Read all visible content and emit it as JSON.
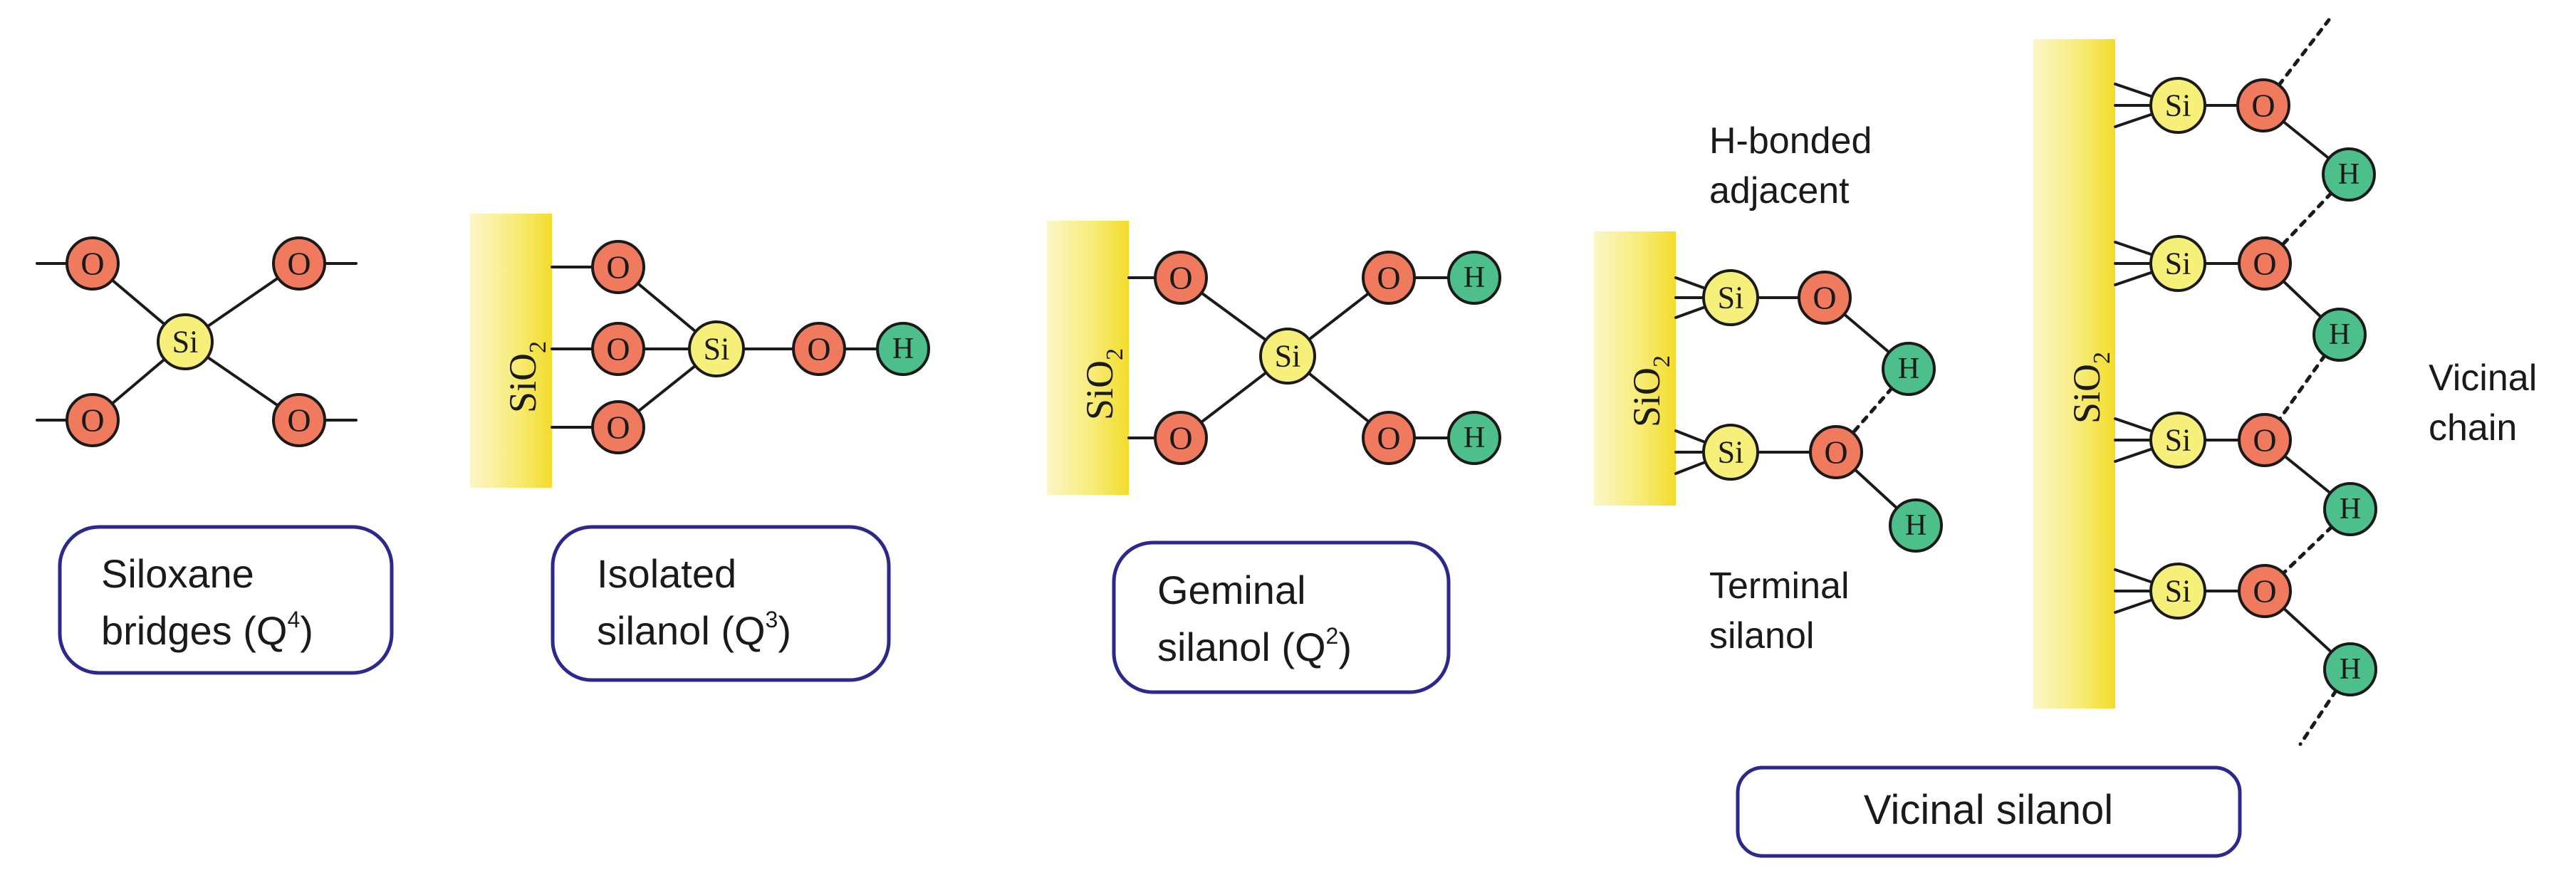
{
  "atoms": {
    "silicon": "Si",
    "oxygen": "O",
    "hydrogen": "H"
  },
  "surface_label": "SiO",
  "surface_subscript": "2",
  "structures": [
    {
      "caption_line1": "Siloxane",
      "caption_line2": "bridges (Q",
      "superscript": "4",
      "caption_tail": ")"
    },
    {
      "caption_line1": "Isolated",
      "caption_line2": "silanol (Q",
      "superscript": "3",
      "caption_tail": ")"
    },
    {
      "caption_line1": "Geminal",
      "caption_line2": "silanol (Q",
      "superscript": "2",
      "caption_tail": ")"
    },
    {
      "caption": "Vicinal silanol"
    }
  ],
  "annotations": {
    "hbonded_line1": "H-bonded",
    "hbonded_line2": "adjacent",
    "terminal_line1": "Terminal",
    "terminal_line2": "silanol",
    "vicinal_chain_line1": "Vicinal",
    "vicinal_chain_line2": "chain"
  },
  "colors": {
    "silicon": "#f6ef7a",
    "oxygen": "#ef7a5e",
    "hydrogen": "#4dbf8a",
    "surface": "#f7e64f",
    "caption_border": "#2b2a8c"
  }
}
